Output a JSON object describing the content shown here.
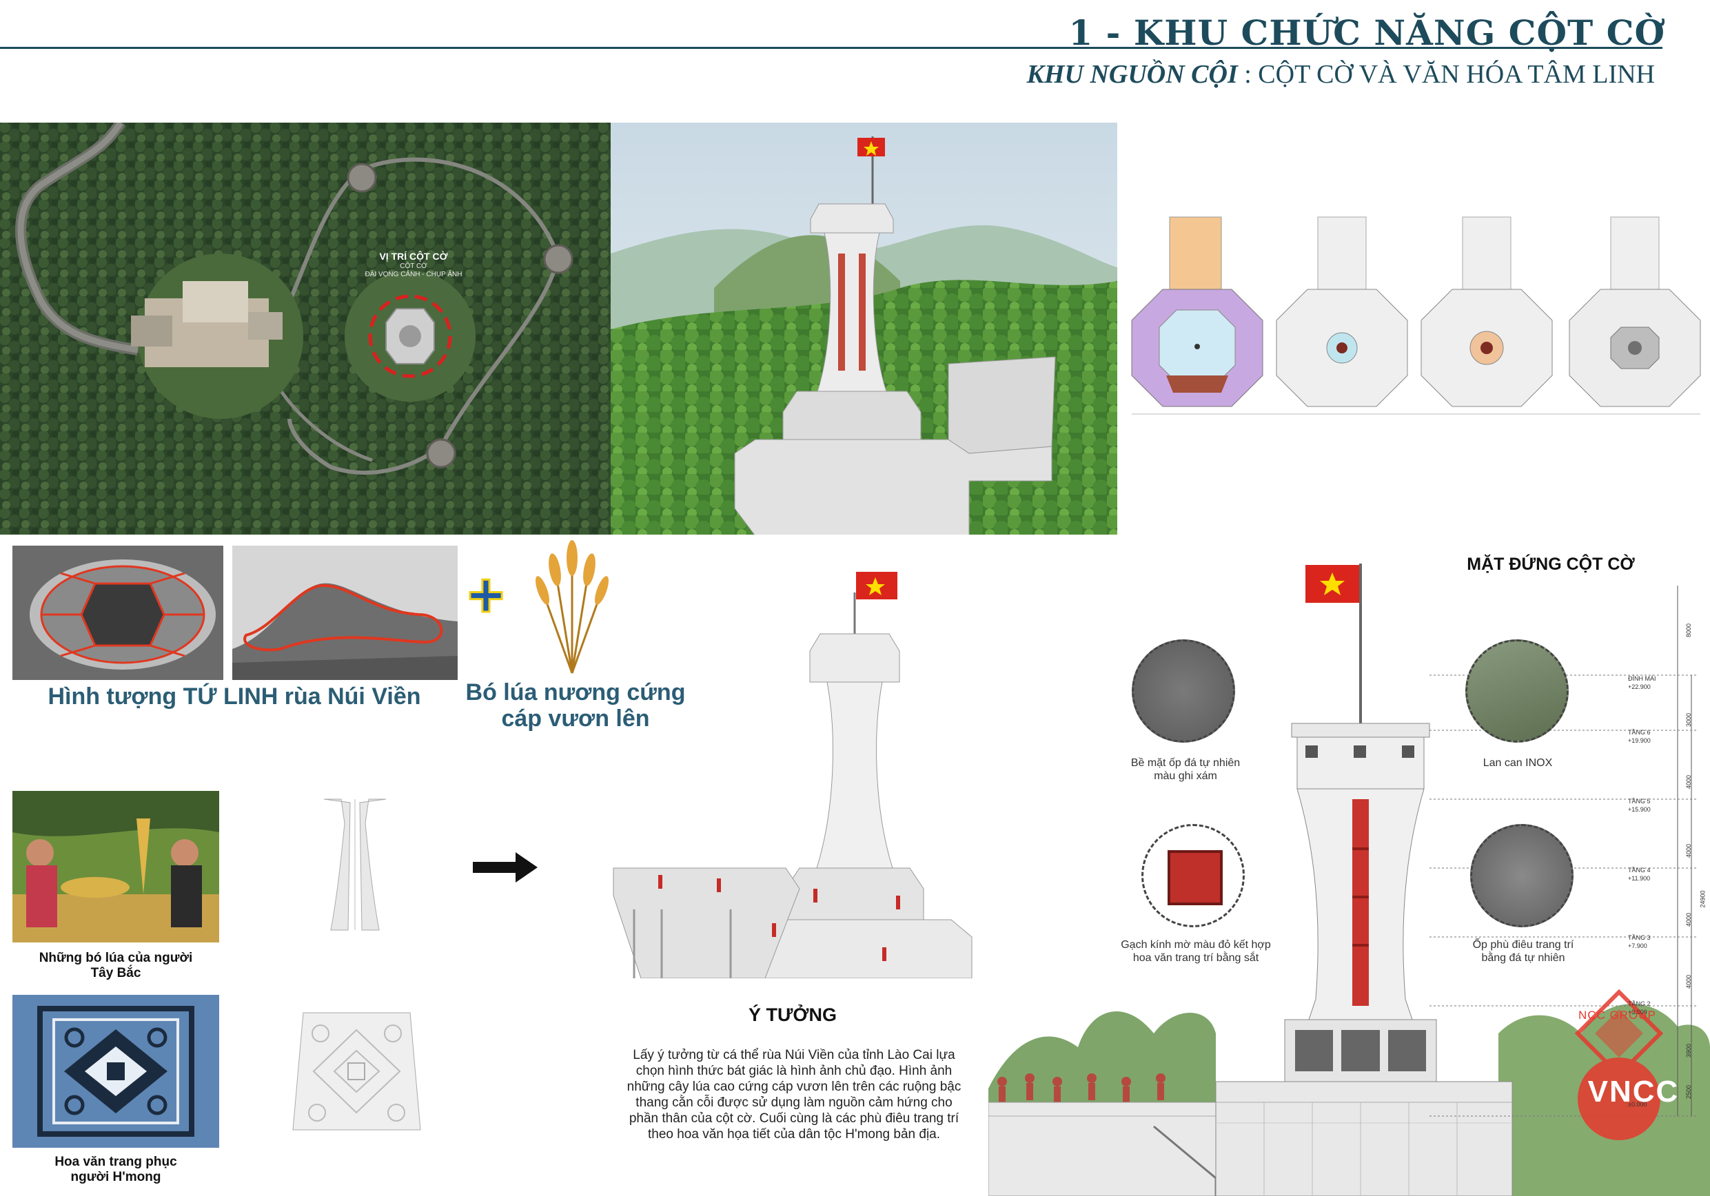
{
  "header": {
    "title": "1 - KHU CHỨC NĂNG CỘT CỜ",
    "subtitle_em": "KHU NGUỒN CỘI",
    "subtitle_rest": " : CỘT CỜ VÀ VĂN HÓA TÂM LINH"
  },
  "site_plan": {
    "label_title": "VỊ TRÍ CỘT CỜ",
    "label_line1": "CỘT CỜ",
    "label_line2": "ĐÀI VỌNG CẢNH - CHỤP ẢNH"
  },
  "concept": {
    "turtle_caption": "Hình tượng TỨ LINH rùa Núi Viền",
    "plus": "+",
    "rice_caption_l1": "Bó lúa nương cứng",
    "rice_caption_l2": "cáp vươn lên",
    "photo1_caption_l1": "Những bó lúa của người",
    "photo1_caption_l2": "Tây Bắc",
    "photo2_caption_l1": "Hoa văn trang phục",
    "photo2_caption_l2": "người H'mong"
  },
  "idea": {
    "heading": "Ý TƯỞNG",
    "lines": [
      "Lấy ý tưởng từ cá thể rùa Núi Viền của tỉnh Lào Cai lựa",
      "chọn hình thức bát giác là hình ảnh chủ đạo. Hình ảnh",
      "những cây lúa cao cứng cáp vươn lên trên các ruộng bậc",
      "thang cằn cỗi được sử dụng làm nguồn cảm hứng cho",
      "phần thân của cột cờ. Cuối cùng là các phù điêu trang trí",
      "theo hoa văn họa tiết của dân tộc H'mong bản địa."
    ]
  },
  "elevation": {
    "heading": "MẶT ĐỨNG CỘT CỜ",
    "mat1_l1": "Bề mặt ốp đá tự nhiên",
    "mat1_l2": "màu ghi xám",
    "mat2": "Lan can INOX",
    "mat3_l1": "Gạch kính mờ màu đỏ kết hợp",
    "mat3_l2": "hoa văn trang trí bằng sắt",
    "mat4_l1": "Ốp phù điêu trang trí",
    "mat4_l2": "bằng đá tự nhiên",
    "levels": [
      "ĐỈNH MÁI",
      "+22.900",
      "TẦNG 6",
      "+19.900",
      "TẦNG 5",
      "+15.900",
      "TẦNG 4",
      "+11.900",
      "TẦNG 3",
      "+7.900",
      "TẦNG 2",
      "+3.900",
      "±0.000"
    ],
    "dims": [
      "8000",
      "3000",
      "4000",
      "4000",
      "4000",
      "4000",
      "3900",
      "2500",
      "24900"
    ],
    "logo_group": "NCC GROUP",
    "logo": "VNCC"
  },
  "colors": {
    "accent": "#1d4b5c",
    "caption": "#2b5d75",
    "flag_red": "#da251d",
    "flag_star": "#ffde00",
    "forest": "#2f4a2c"
  }
}
